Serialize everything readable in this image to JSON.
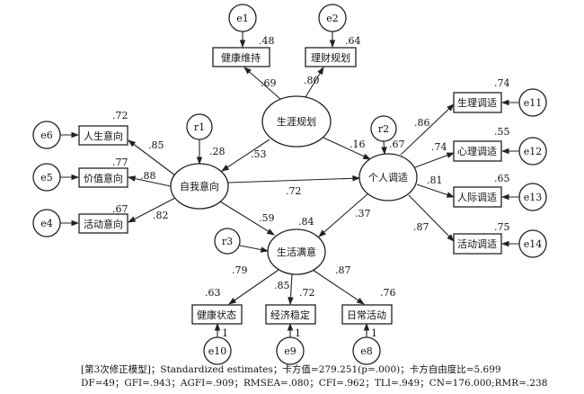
{
  "latent": {
    "career": "生涯规划",
    "self": "自我意向",
    "adjust": "个人调适",
    "satisfy": "生活满意"
  },
  "indicators": {
    "health_keep": "健康维持",
    "finance": "理财规划",
    "life_intent": "人生意向",
    "value_intent": "价值意向",
    "activity_intent": "活动意向",
    "physio": "生理调适",
    "psych": "心理调适",
    "interpersonal": "人际调适",
    "activity_adjust": "活动调适",
    "health_state": "健康状态",
    "economy": "经济稳定",
    "daily": "日常活动"
  },
  "errors": {
    "e1": "e1",
    "e2": "e2",
    "e4": "e4",
    "e5": "e5",
    "e6": "e6",
    "e8": "e8",
    "e9": "e9",
    "e10": "e10",
    "e11": "e11",
    "e12": "e12",
    "e13": "e13",
    "e14": "e14",
    "r1": "r1",
    "r2": "r2",
    "r3": "r3",
    "one": "1"
  },
  "r2_values": {
    "health_keep": ".48",
    "finance": ".64",
    "life_intent": ".72",
    "value_intent": ".77",
    "activity_intent": ".67",
    "physio": ".74",
    "psych": ".55",
    "interpersonal": ".65",
    "activity_adjust": ".75",
    "health_state": ".63",
    "economy": ".72",
    "daily": ".76",
    "self": ".28",
    "adjust": ".67",
    "satisfy": ".84"
  },
  "paths": {
    "career_health": ".69",
    "career_finance": ".80",
    "career_self": ".53",
    "career_adjust": ".16",
    "self_life": ".85",
    "self_value": ".88",
    "self_activity": ".82",
    "self_adjust": ".72",
    "self_satisfy": ".59",
    "adjust_satisfy": ".37",
    "adjust_physio": ".86",
    "adjust_psych": ".74",
    "adjust_inter": ".81",
    "adjust_activity": ".87",
    "sat_health": ".79",
    "sat_economy": ".85",
    "sat_daily": ".87"
  },
  "caption": {
    "line1": "[第3次修正模型]；Standardized estimates；卡方值=279.251(p=.000)；卡方自由度比=5.699",
    "line2": "DF=49；GFI=.943；AGFI=.909；RMSEA=.080；CFI=.962；TLI=.949；CN=176.000;RMR=.238"
  }
}
